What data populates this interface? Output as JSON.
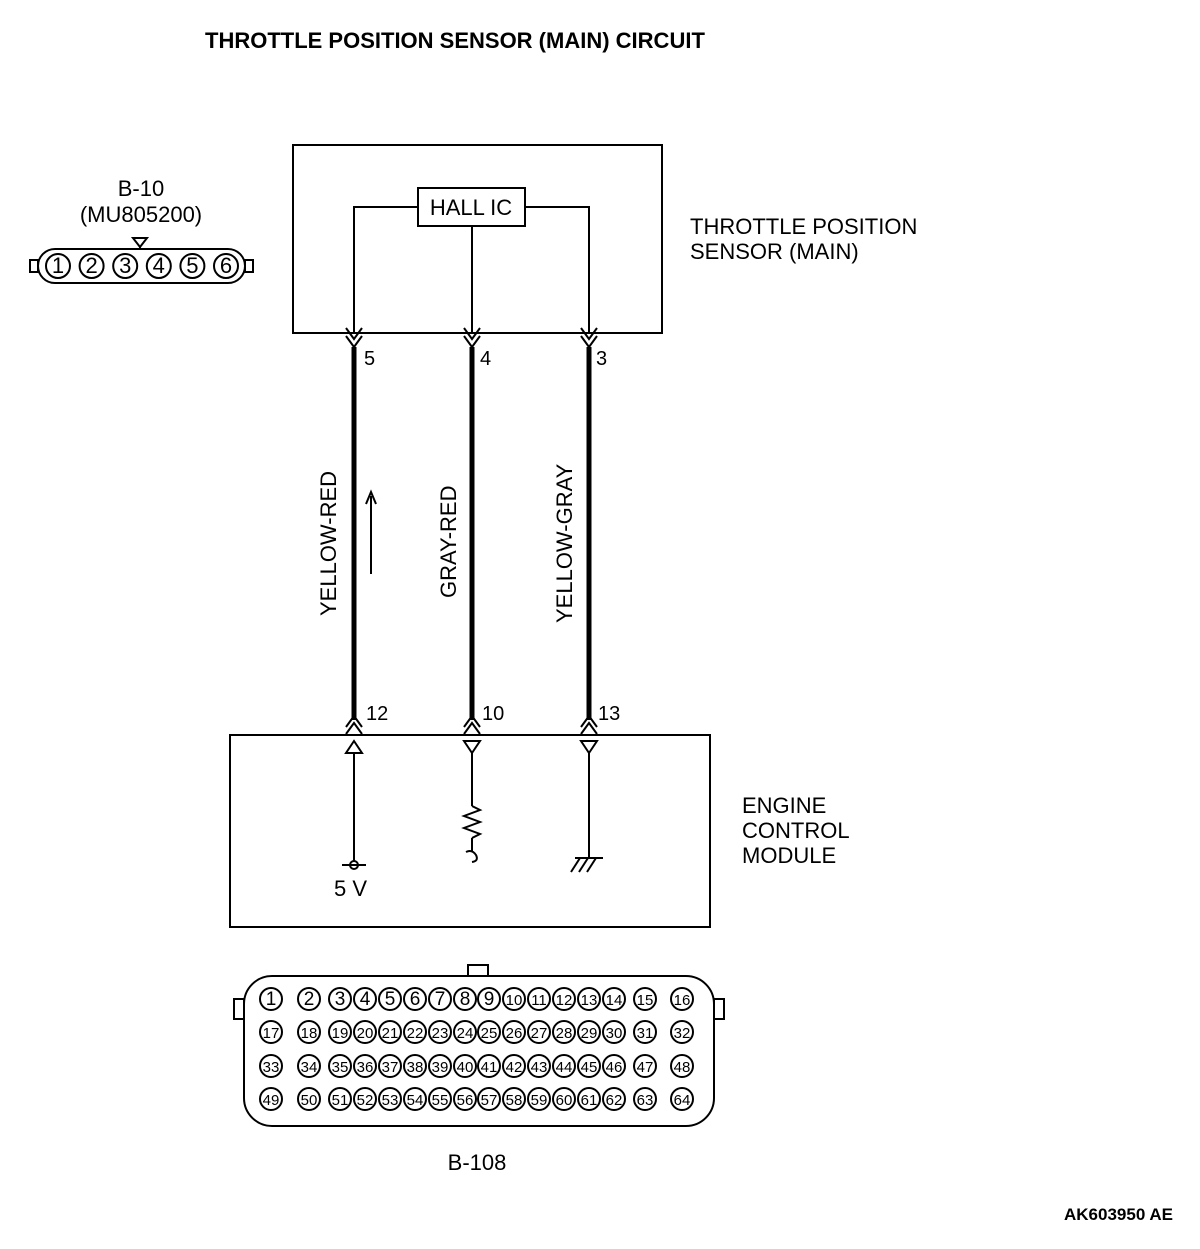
{
  "title": "THROTTLE POSITION SENSOR (MAIN) CIRCUIT",
  "connector_b10": {
    "id": "B-10",
    "part_number": "(MU805200)",
    "pins": [
      "1",
      "2",
      "3",
      "4",
      "5",
      "6"
    ]
  },
  "sensor": {
    "name_line1": "THROTTLE POSITION",
    "name_line2": "SENSOR (MAIN)",
    "ic_label": "HALL IC"
  },
  "wires": [
    {
      "color": "YELLOW-RED",
      "sensor_pin": "5",
      "ecm_pin": "12"
    },
    {
      "color": "GRAY-RED",
      "sensor_pin": "4",
      "ecm_pin": "10"
    },
    {
      "color": "YELLOW-GRAY",
      "sensor_pin": "3",
      "ecm_pin": "13"
    }
  ],
  "ecm": {
    "name_line1": "ENGINE",
    "name_line2": "CONTROL",
    "name_line3": "MODULE",
    "supply_label": "5 V"
  },
  "connector_b108": {
    "id": "B-108",
    "pin_rows": [
      [
        "1",
        "2",
        "3",
        "4",
        "5",
        "6",
        "7",
        "8",
        "9",
        "10",
        "11",
        "12",
        "13",
        "14",
        "15",
        "16"
      ],
      [
        "17",
        "18",
        "19",
        "20",
        "21",
        "22",
        "23",
        "24",
        "25",
        "26",
        "27",
        "28",
        "29",
        "30",
        "31",
        "32"
      ],
      [
        "33",
        "34",
        "35",
        "36",
        "37",
        "38",
        "39",
        "40",
        "41",
        "42",
        "43",
        "44",
        "45",
        "46",
        "47",
        "48"
      ],
      [
        "49",
        "50",
        "51",
        "52",
        "53",
        "54",
        "55",
        "56",
        "57",
        "58",
        "59",
        "60",
        "61",
        "62",
        "63",
        "64"
      ]
    ]
  },
  "doc_id": "AK603950 AE"
}
